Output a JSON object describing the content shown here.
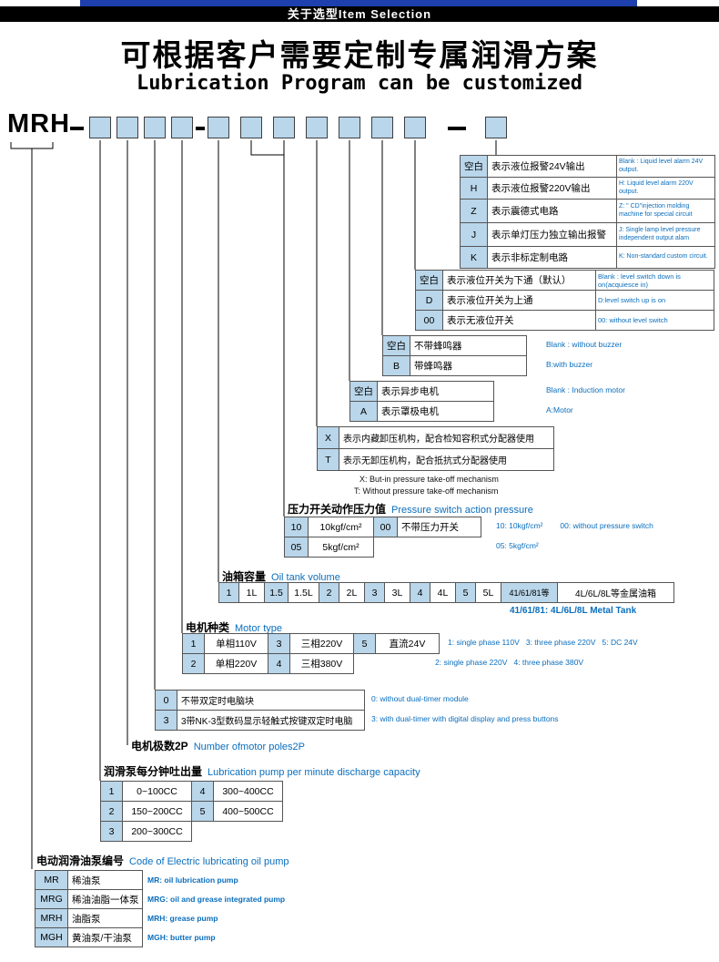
{
  "header": {
    "top_bar_label": "关于选型Item Selection",
    "title": "可根据客户需要定制专属润滑方案",
    "subtitle": "Lubrication Program can be customized"
  },
  "model": {
    "prefix": "MRH"
  },
  "sections": {
    "alarm_output": {
      "rows": [
        {
          "code": "空白",
          "desc": "表示液位报警24V输出",
          "en": "Blank : Liquid level alarm 24V output."
        },
        {
          "code": "H",
          "desc": "表示液位报警220V输出",
          "en": "H: Liquid level alarm 220V output."
        },
        {
          "code": "Z",
          "desc": "表示震德式电路",
          "en": "Z: \" CD\"injection molding machine for special circuit"
        },
        {
          "code": "J",
          "desc": "表示单灯压力独立输出报警",
          "en": "J: Single lamp level pressure independent output alam"
        },
        {
          "code": "K",
          "desc": "表示非标定制电路",
          "en": "K: Non-standard custom circuit."
        }
      ]
    },
    "level_switch": {
      "rows": [
        {
          "code": "空白",
          "desc": "表示液位开关为下通（默认）",
          "en": "Blank : level switch down is on(acquiesce in)"
        },
        {
          "code": "D",
          "desc": "表示液位开关为上通",
          "en": "D:level switch up is on"
        },
        {
          "code": "00",
          "desc": "表示无液位开关",
          "en": "00: without level switch"
        }
      ]
    },
    "buzzer": {
      "rows": [
        {
          "code": "空白",
          "desc": "不带蜂鸣器",
          "en": "Blank : without buzzer"
        },
        {
          "code": "B",
          "desc": "带蜂鸣器",
          "en": "B:with buzzer"
        }
      ]
    },
    "motor_kind": {
      "rows": [
        {
          "code": "空白",
          "desc": "表示异步电机",
          "en": "Blank : Induction motor"
        },
        {
          "code": "A",
          "desc": "表示罩极电机",
          "en": "A:Motor"
        }
      ]
    },
    "pressure_takeoff": {
      "rows": [
        {
          "code": "X",
          "desc": "表示内藏卸压机构，配合检知容积式分配器使用"
        },
        {
          "code": "T",
          "desc": "表示无卸压机构，配合抵抗式分配器使用"
        }
      ],
      "note1": "X: But-in pressure take-off mechanism",
      "note2": "T: Without pressure take-off mechanism"
    },
    "pressure_switch": {
      "title_zh": "压力开关动作压力值",
      "title_en": "Pressure switch action pressure",
      "c1": "10",
      "v1": "10kgf/cm²",
      "c2": "00",
      "v2": "不带压力开关",
      "c3": "05",
      "v3": "5kgf/cm²",
      "en1": "10: 10kgf/cm²        00: without pressure switch",
      "en2": "05: 5kgf/cm²"
    },
    "oil_tank": {
      "title_zh": "油箱容量",
      "title_en": "Oil tank volume",
      "cells": [
        "1",
        "1L",
        "1.5",
        "1.5L",
        "2",
        "2L",
        "3",
        "3L",
        "4",
        "4L",
        "5",
        "5L",
        "41/61/81等",
        "4L/6L/8L等金属油箱"
      ],
      "en": "41/61/81: 4L/6L/8L Metal Tank"
    },
    "motor_type": {
      "title_zh": "电机种类",
      "title_en": "Motor type",
      "row1": [
        "1",
        "单相110V",
        "3",
        "三相220V",
        "5",
        "直流24V"
      ],
      "row2": [
        "2",
        "单相220V",
        "4",
        "三相380V"
      ],
      "en1": "1: single phase 110V   3: three phase 220V   5: DC 24V",
      "en2": "2: single phase 220V   4: three phase 380V"
    },
    "timer": {
      "rows": [
        {
          "code": "0",
          "desc": "不带双定时电脑块",
          "en": "0: without dual-timer module"
        },
        {
          "code": "3",
          "desc": "3带NK-3型数码显示轻触式按键双定时电脑",
          "en": "3: with dual-timer with digital display and press buttons"
        }
      ]
    },
    "poles": {
      "title_zh": "电机极数2P",
      "title_en": "Number ofmotor poles2P"
    },
    "discharge": {
      "title_zh": "润滑泵每分钟吐出量",
      "title_en": "Lubrication pump per minute discharge capacity",
      "rows": [
        {
          "c1": "1",
          "v1": "0~100CC",
          "c2": "4",
          "v2": "300~400CC"
        },
        {
          "c1": "2",
          "v1": "150~200CC",
          "c2": "5",
          "v2": "400~500CC"
        },
        {
          "c1": "3",
          "v1": "200~300CC"
        }
      ]
    },
    "pump_code": {
      "title_zh": "电动润滑油泵编号",
      "title_en": "Code of Electric lubricating oil pump",
      "rows": [
        {
          "code": "MR",
          "desc": "稀油泵",
          "en": "MR: oil lubrication pump"
        },
        {
          "code": "MRG",
          "desc": "稀油油脂一体泵",
          "en": "MRG: oil and grease integrated pump"
        },
        {
          "code": "MRH",
          "desc": "油脂泵",
          "en": "MRH: grease pump"
        },
        {
          "code": "MGH",
          "desc": "黄油泵/干油泵",
          "en": "MGH: butter pump"
        }
      ]
    }
  }
}
